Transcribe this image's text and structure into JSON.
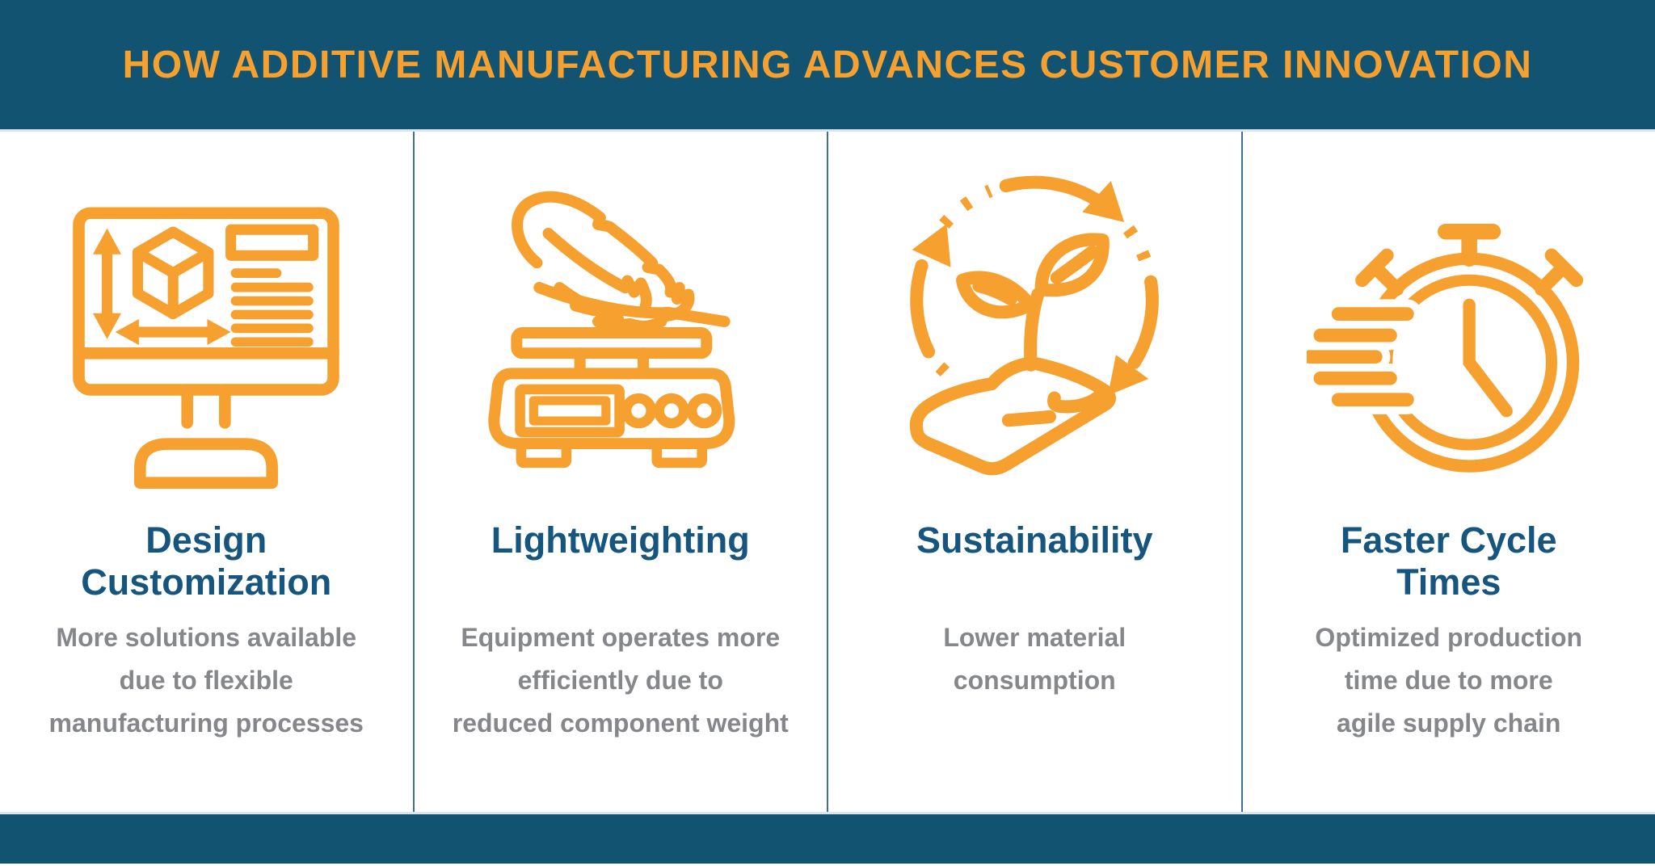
{
  "header": {
    "title": "HOW ADDITIVE MANUFACTURING ADVANCES CUSTOMER INNOVATION"
  },
  "columns": [
    {
      "icon": "cad-monitor-icon",
      "title": "Design\nCustomization",
      "description": "More solutions available\ndue to flexible\nmanufacturing processes"
    },
    {
      "icon": "feather-scale-icon",
      "title": "Lightweighting",
      "description": "Equipment operates more\nefficiently due to\nreduced component weight"
    },
    {
      "icon": "sustainability-hand-plant-icon",
      "title": "Sustainability",
      "description": "Lower material\nconsumption"
    },
    {
      "icon": "fast-stopwatch-icon",
      "title": "Faster Cycle\nTimes",
      "description": "Optimized production\ntime due to more\nagile supply chain"
    }
  ],
  "colors": {
    "accent_orange": "#F5A02F",
    "banner_blue": "#115370",
    "heading_blue": "#16567E",
    "body_gray": "#85878A",
    "divider_blue": "#3E7191",
    "hairline_blue": "#D9E7F0",
    "background": "#FFFFFF"
  }
}
